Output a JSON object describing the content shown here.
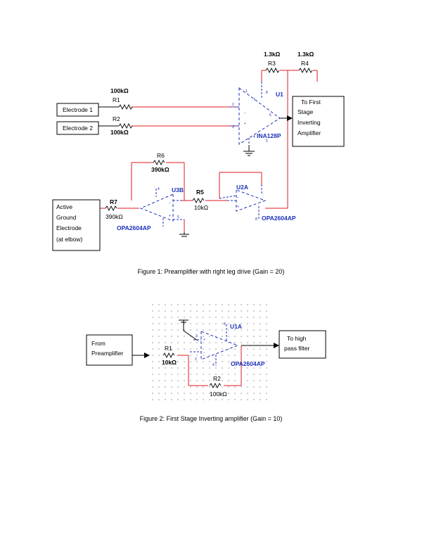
{
  "figure1": {
    "caption": "Figure 1: Preamplifier with right leg drive (Gain = 20)",
    "electrode1": "Electrode 1",
    "electrode2": "Electrode 2",
    "active_ground": [
      "Active",
      "Ground",
      "Electrode",
      "(at elbow)"
    ],
    "output_box": [
      "To First",
      "Stage",
      "Inverting",
      "Amplifier"
    ],
    "r1": {
      "name": "R1",
      "value": "100kΩ"
    },
    "r2": {
      "name": "R2",
      "value": "100kΩ"
    },
    "r3": {
      "name": "R3",
      "value": "1.3kΩ"
    },
    "r4": {
      "name": "R4",
      "value": "1.3kΩ"
    },
    "r5": {
      "name": "R5",
      "value": "10kΩ"
    },
    "r6": {
      "name": "R6",
      "value": "390kΩ"
    },
    "r7": {
      "name": "R7",
      "value": "390kΩ"
    },
    "u1": {
      "name": "U1",
      "part": "INA128P"
    },
    "u2a": {
      "name": "U2A",
      "part": "OPA2604AP"
    },
    "u3b": {
      "name": "U3B",
      "part": "OPA2604AP"
    }
  },
  "figure2": {
    "caption": "Figure 2: First Stage Inverting amplifier (Gain = 10)",
    "input_box": [
      "From",
      "Preamplifier"
    ],
    "output_box": [
      "To high",
      "pass filter"
    ],
    "r1": {
      "name": "R1",
      "value": "10kΩ"
    },
    "r2": {
      "name": "R2",
      "value": "100kΩ"
    },
    "u1a": {
      "name": "U1A",
      "part": "OPA2604AP"
    }
  },
  "colors": {
    "wire": "#e0191f",
    "component": "#1c2fb8",
    "ink": "#000000"
  }
}
